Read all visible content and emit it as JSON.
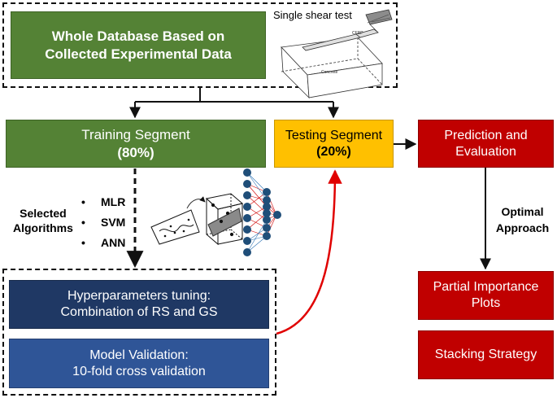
{
  "database": {
    "line1": "Whole Database Based on",
    "line2": "Collected Experimental Data"
  },
  "shear_test": {
    "caption": "Single shear test",
    "cfrp_label": "CFRP",
    "concrete_label": "Concrete"
  },
  "training": {
    "title": "Training Segment",
    "pct": "(80%)"
  },
  "testing": {
    "title": "Testing Segment",
    "pct": "(20%)"
  },
  "prediction": {
    "line1": "Prediction and",
    "line2": "Evaluation"
  },
  "algorithms": {
    "label_line1": "Selected",
    "label_line2": "Algorithms",
    "items": [
      "MLR",
      "SVM",
      "ANN"
    ]
  },
  "optimal": {
    "line1": "Optimal",
    "line2": "Approach"
  },
  "tuning": {
    "line1": "Hyperparameters tuning:",
    "line2": "Combination of RS and GS"
  },
  "validation": {
    "line1": "Model Validation:",
    "line2": "10-fold cross validation"
  },
  "pip": {
    "line1": "Partial Importance",
    "line2": "Plots"
  },
  "stacking": {
    "label": "Stacking Strategy"
  },
  "colors": {
    "green": "#548235",
    "yellow": "#ffc000",
    "red": "#c00000",
    "navy": "#1f3864",
    "blue": "#2f5597",
    "nn_node": "#1f4e79",
    "curve": "#e00000"
  }
}
